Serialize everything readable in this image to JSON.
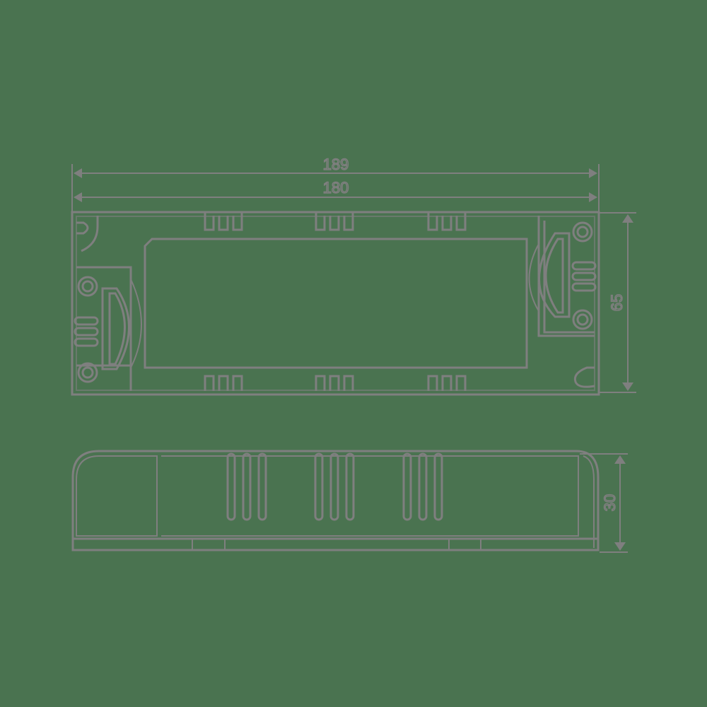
{
  "drawing": {
    "colors": {
      "background": "#4a7350",
      "line": "#7f7f7f"
    },
    "top_view": {
      "dimensions": {
        "overall_length": "189",
        "mounting_length": "180",
        "width": "65"
      }
    },
    "side_view": {
      "dimensions": {
        "height": "30"
      }
    }
  }
}
